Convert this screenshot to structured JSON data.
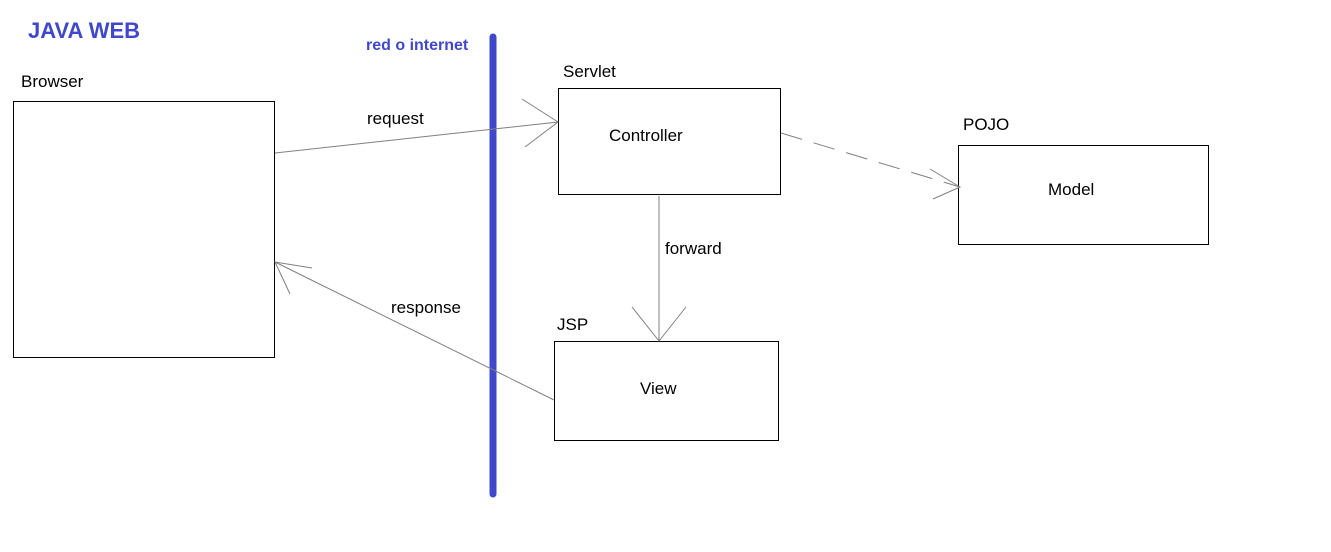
{
  "title": "JAVA WEB",
  "network_label": "red o internet",
  "colors": {
    "accent": "#3f48cc",
    "box_stroke": "#000000",
    "arrow": "#808080",
    "text": "#000000"
  },
  "nodes": {
    "browser": {
      "tag": "Browser",
      "label": ""
    },
    "controller": {
      "tag": "Servlet",
      "label": "Controller"
    },
    "model": {
      "tag": "POJO",
      "label": "Model"
    },
    "view": {
      "tag": "JSP",
      "label": "View"
    }
  },
  "edges": {
    "request": "request",
    "response": "response",
    "forward": "forward"
  }
}
